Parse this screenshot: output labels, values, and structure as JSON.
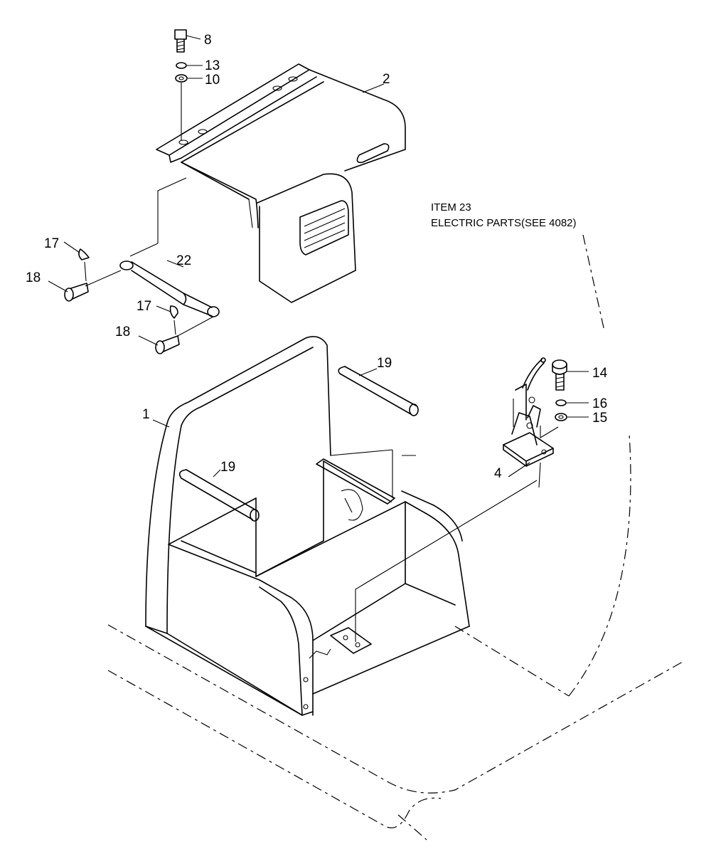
{
  "labels": {
    "p8": "8",
    "p13": "13",
    "p10": "10",
    "p2": "2",
    "p17a": "17",
    "p18a": "18",
    "p22": "22",
    "p17b": "17",
    "p18b": "18",
    "p19a": "19",
    "p19b": "19",
    "p1": "1",
    "p14": "14",
    "p16": "16",
    "p15": "15",
    "p4": "4"
  },
  "note": {
    "line1": "ITEM 23",
    "line2": "ELECTRIC PARTS(SEE 4082)"
  }
}
